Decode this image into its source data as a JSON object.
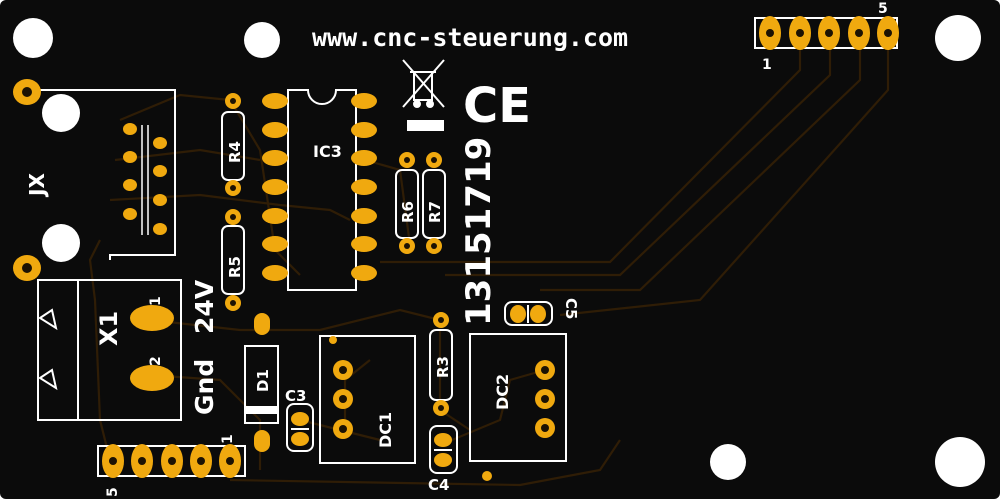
{
  "board": {
    "website": "www.cnc-steuerung.com",
    "serial_number": "13151719",
    "ce_mark": "CE",
    "voltage_label": "24V",
    "ground_label": "Gnd"
  },
  "connectors": {
    "header_top_pin_first": "1",
    "header_top_pin_last": "5",
    "header_bottom_pin_first": "1",
    "header_bottom_pin_last": "5",
    "power_terminal": "X1",
    "power_terminal_pin1": "1",
    "power_terminal_pin2": "2",
    "jack": "JX"
  },
  "components": {
    "ic": "IC3",
    "r3": "R3",
    "r4": "R4",
    "r5": "R5",
    "r6": "R6",
    "r7": "R7",
    "c3": "C3",
    "c4": "C4",
    "c5": "C5",
    "d1": "D1",
    "dc1": "DC1",
    "dc2": "DC2"
  },
  "colors": {
    "soldermask": "#0b0b0b",
    "pad_gold": "#f0a90f",
    "silkscreen": "#ffffff",
    "trace": "#2f1d06"
  }
}
